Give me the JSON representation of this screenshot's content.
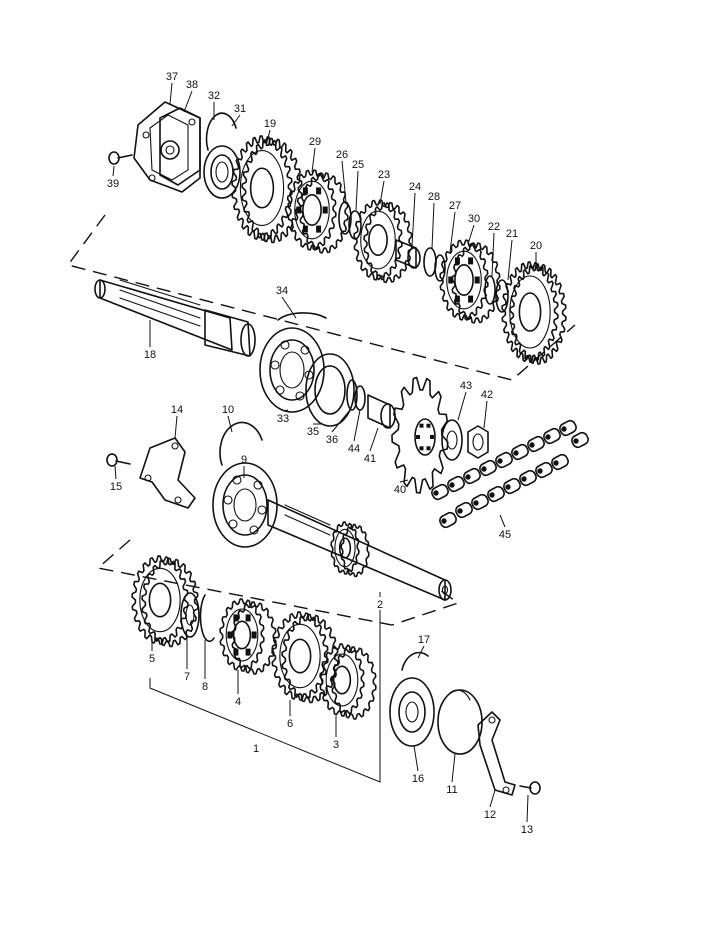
{
  "diagram": {
    "type": "exploded-parts-view",
    "parts": [
      {
        "label": "1"
      },
      {
        "label": "2"
      },
      {
        "label": "3"
      },
      {
        "label": "4"
      },
      {
        "label": "5"
      },
      {
        "label": "6"
      },
      {
        "label": "7"
      },
      {
        "label": "8"
      },
      {
        "label": "9"
      },
      {
        "label": "10"
      },
      {
        "label": "11"
      },
      {
        "label": "12"
      },
      {
        "label": "13"
      },
      {
        "label": "14"
      },
      {
        "label": "15"
      },
      {
        "label": "16"
      },
      {
        "label": "17"
      },
      {
        "label": "18"
      },
      {
        "label": "19"
      },
      {
        "label": "20"
      },
      {
        "label": "21"
      },
      {
        "label": "22"
      },
      {
        "label": "23"
      },
      {
        "label": "24"
      },
      {
        "label": "25"
      },
      {
        "label": "26"
      },
      {
        "label": "27"
      },
      {
        "label": "28"
      },
      {
        "label": "29"
      },
      {
        "label": "30"
      },
      {
        "label": "31"
      },
      {
        "label": "32"
      },
      {
        "label": "33"
      },
      {
        "label": "34"
      },
      {
        "label": "35"
      },
      {
        "label": "36"
      },
      {
        "label": "37"
      },
      {
        "label": "38"
      },
      {
        "label": "39"
      },
      {
        "label": "40"
      },
      {
        "label": "41"
      },
      {
        "label": "42"
      },
      {
        "label": "43"
      },
      {
        "label": "44"
      },
      {
        "label": "45"
      }
    ]
  }
}
